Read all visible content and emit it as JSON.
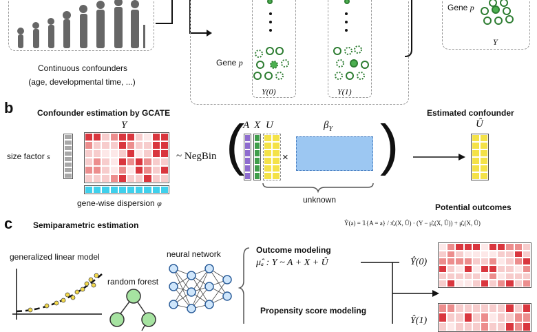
{
  "panel_a": {
    "confounder_label": "Continuous confounders",
    "confounder_sub": "(age, developmental time, ...)",
    "gene_label": "Gene",
    "gene_var": "p",
    "y0_label": "Y(0)",
    "y1_label": "Y(1)",
    "y_label": "Y"
  },
  "panel_b": {
    "letter": "b",
    "title": "Confounder estimation by GCATE",
    "y_label": "Y",
    "size_factor": "size factor",
    "size_var": "s",
    "dispersion": "gene-wise dispersion",
    "dispersion_var": "φ",
    "negbin": "~ NegBin",
    "a_label": "A",
    "x_label": "X",
    "u_label": "U",
    "beta_label": "β",
    "beta_sub": "Y",
    "times": "×",
    "unknown": "unknown",
    "estimated_title": "Estimated confounder",
    "u_hat": "Û"
  },
  "panel_c": {
    "letter": "c",
    "title": "Semiparametric estimation",
    "potential_title": "Potential outcomes",
    "formula": "Ŷ(a) = 𝟙{A = a} / π̂ₐ(X, Û) · (Y − μ̂ₐ(X, Û)) + μ̂ₐ(X, Û)",
    "glm": "generalized linear model",
    "rf": "random forest",
    "nn": "neural network",
    "outcome_title": "Outcome modeling",
    "outcome_eq": "μ̂ₐ :  Y ~ A + X + Û",
    "propensity_title": "Propensity score modeling",
    "y0_hat": "Ŷ(0)",
    "y1_hat": "Ŷ(1)"
  },
  "colors": {
    "red_dark": "#d9363e",
    "red_mid": "#ec8d8d",
    "red_light": "#f7cccc",
    "purple": "#8e6ccf",
    "green": "#3f9e4a",
    "yellow": "#f4e247",
    "blue": "#9cc7f2",
    "cyan": "#3fd0ec",
    "gray": "#9a9a9a"
  }
}
